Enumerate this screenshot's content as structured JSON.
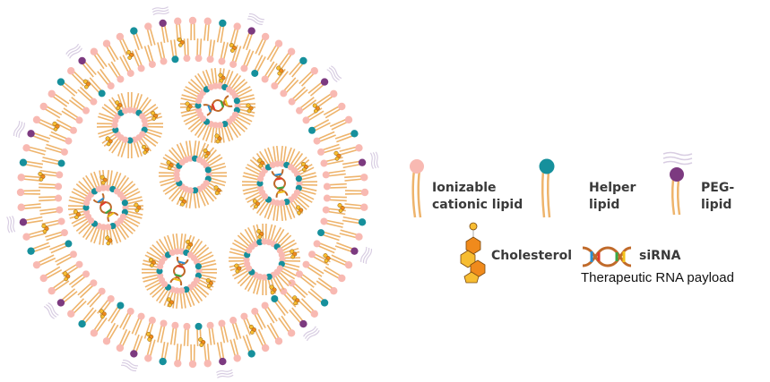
{
  "colors": {
    "ionizable_head": "#f8b9b2",
    "helper_head": "#16909c",
    "peg_head": "#7c3a80",
    "tail": "#eeb46c",
    "peg_chain": "#d8cde2",
    "cholesterol_dark": "#f08a1c",
    "cholesterol_light": "#f7bd32"
  },
  "legend": {
    "ionizable": {
      "line1": "Ionizable",
      "line2": "cationic lipid"
    },
    "helper": {
      "line1": "Helper",
      "line2": "lipid"
    },
    "peg": {
      "line1": "PEG-",
      "line2": "lipid"
    },
    "cholesterol": "Cholesterol",
    "sirna": "siRNA",
    "payload": "Therapeutic RNA payload"
  }
}
